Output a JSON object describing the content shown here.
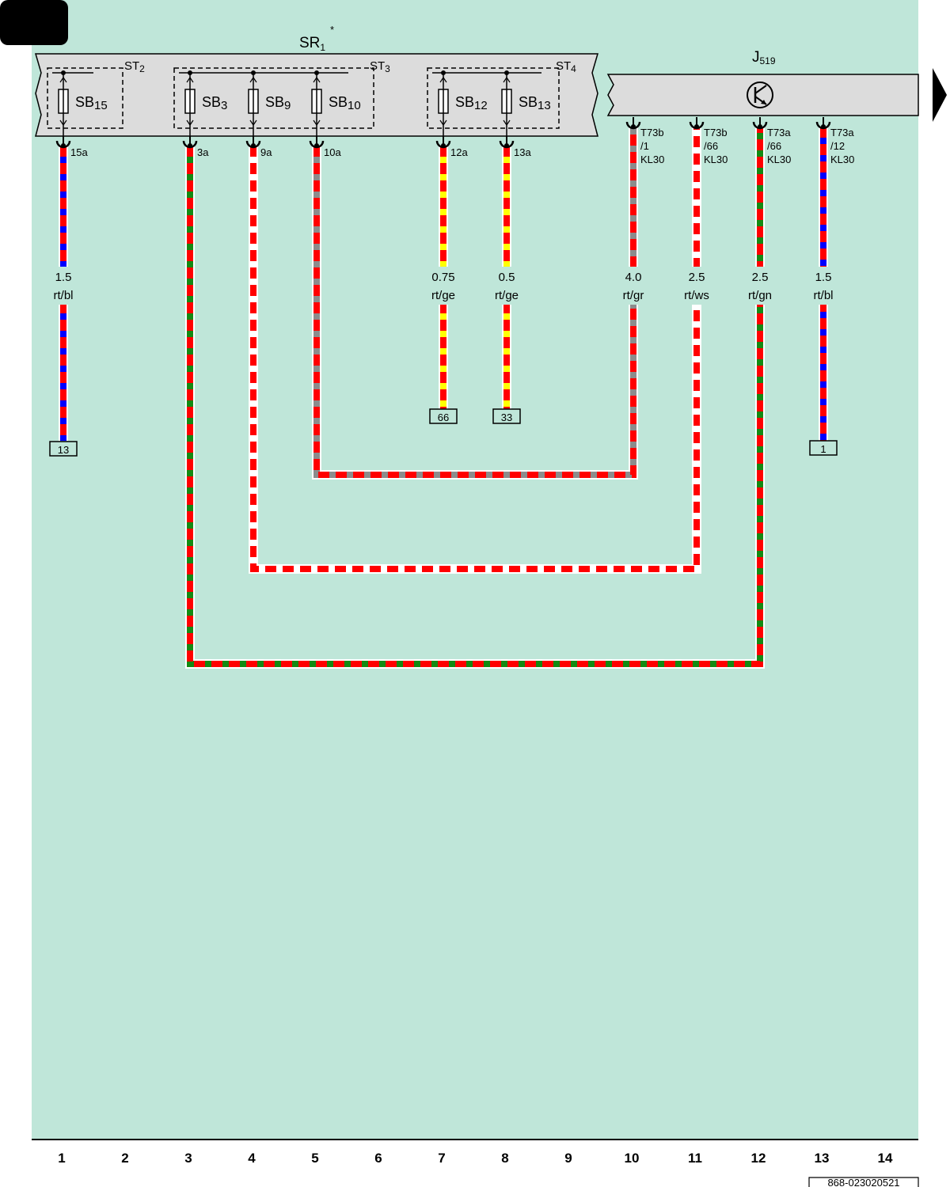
{
  "page": {
    "corner_badge": "",
    "footer_code": "868-023020521"
  },
  "components": {
    "sr1": {
      "name": "SR",
      "sub": "1",
      "asterisk": "*"
    },
    "j519": {
      "name": "J",
      "sub": "519"
    }
  },
  "strips": [
    {
      "name": "ST",
      "sub": "2"
    },
    {
      "name": "ST",
      "sub": "3"
    },
    {
      "name": "ST",
      "sub": "4"
    }
  ],
  "fuses": [
    {
      "name": "SB",
      "sub": "15",
      "pin": "15a"
    },
    {
      "name": "SB",
      "sub": "3",
      "pin": "3a"
    },
    {
      "name": "SB",
      "sub": "9",
      "pin": "9a"
    },
    {
      "name": "SB",
      "sub": "10",
      "pin": "10a"
    },
    {
      "name": "SB",
      "sub": "12",
      "pin": "12a"
    },
    {
      "name": "SB",
      "sub": "13",
      "pin": "13a"
    }
  ],
  "j519_pins": [
    {
      "l1": "T73b",
      "l2": "/1",
      "l3": "KL30"
    },
    {
      "l1": "T73b",
      "l2": "/66",
      "l3": "KL30"
    },
    {
      "l1": "T73a",
      "l2": "/66",
      "l3": "KL30"
    },
    {
      "l1": "T73a",
      "l2": "/12",
      "l3": "KL30"
    }
  ],
  "wires": [
    {
      "size": "1.5",
      "color_code": "rt/bl",
      "base_color": "#ff0000",
      "stripe_color": "#0000ff"
    },
    {
      "size": "0.75",
      "color_code": "rt/ge",
      "base_color": "#ff0000",
      "stripe_color": "#ffff00"
    },
    {
      "size": "0.5",
      "color_code": "rt/ge",
      "base_color": "#ff0000",
      "stripe_color": "#ffff00"
    },
    {
      "size": "4.0",
      "color_code": "rt/gr",
      "base_color": "#ff0000",
      "stripe_color": "#8c8c8c"
    },
    {
      "size": "2.5",
      "color_code": "rt/ws",
      "base_color": "#ff0000",
      "stripe_color": "#ffffff"
    },
    {
      "size": "2.5",
      "color_code": "rt/gn",
      "base_color": "#ff0000",
      "stripe_color": "#138a13"
    },
    {
      "size": "1.5",
      "color_code": "rt/bl",
      "base_color": "#ff0000",
      "stripe_color": "#0000ff"
    }
  ],
  "references": [
    "13",
    "66",
    "33",
    "1"
  ],
  "columns": [
    "1",
    "2",
    "3",
    "4",
    "5",
    "6",
    "7",
    "8",
    "9",
    "10",
    "11",
    "12",
    "13",
    "14"
  ],
  "colors": {
    "background": "#bfe6d9",
    "component_fill": "#dcdcdc"
  }
}
